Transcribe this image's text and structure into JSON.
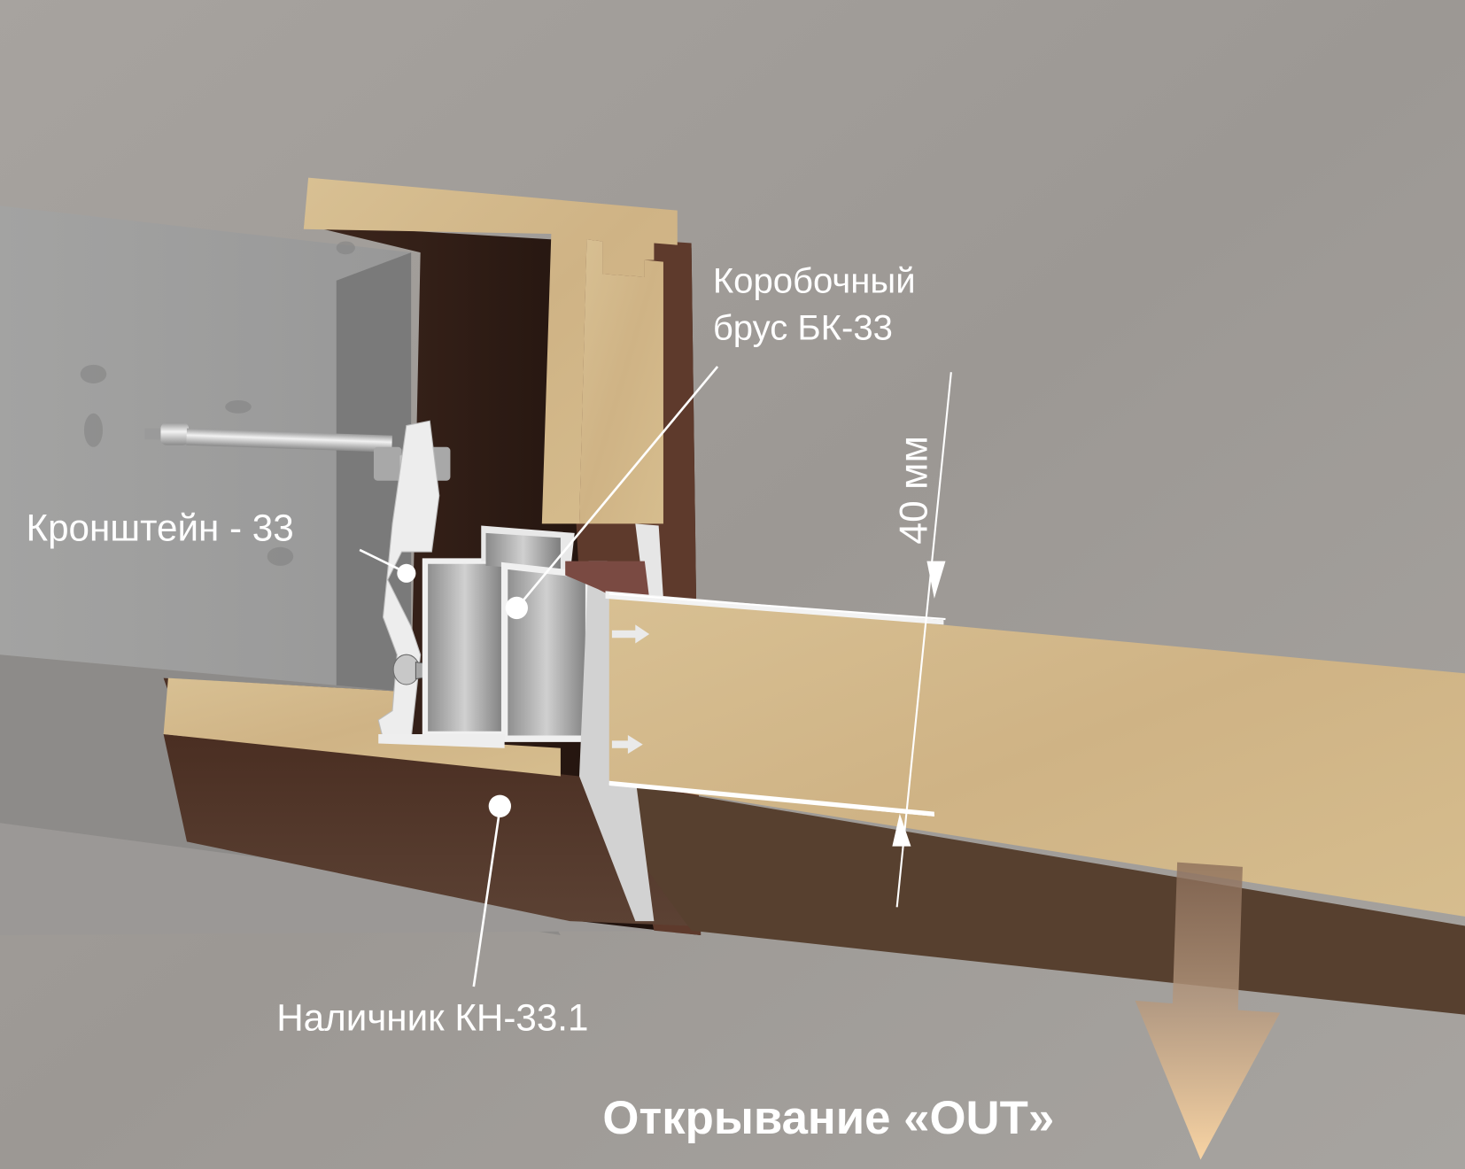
{
  "diagram": {
    "type": "door-frame-cross-section",
    "labels": {
      "box_beam_line1": "Коробочный",
      "box_beam_line2": "брус БК-33",
      "bracket": "Кронштейн - 33",
      "casing": "Наличник  КН-33.1",
      "dimension": "40 мм",
      "opening": "Открывание  «OUT»"
    },
    "colors": {
      "background": "#a19d99",
      "wall": "#9c9a98",
      "oak_veneer": "#d2b88a",
      "dark_wood": "#5a3e30",
      "aluminum": "#e6e6e6",
      "seal": "#7a4a42",
      "label_text": "#ffffff",
      "arrow_gradient_top": "#8a6d58",
      "arrow_gradient_bottom": "#ffd9a6"
    },
    "components": [
      {
        "name": "wall",
        "description": "plastered wall block"
      },
      {
        "name": "anchor-bolt",
        "description": "anchor bolt with nuts"
      },
      {
        "name": "bracket-33",
        "description": "aluminum bracket"
      },
      {
        "name": "screw",
        "description": "self-tapping screw"
      },
      {
        "name": "box-beam-bk33",
        "description": "aluminum box profile"
      },
      {
        "name": "seal",
        "description": "rubber seal"
      },
      {
        "name": "door-leaf",
        "description": "oak door leaf, 40 mm"
      },
      {
        "name": "casing-kn33-1",
        "description": "wooden casing (trim)"
      }
    ]
  }
}
